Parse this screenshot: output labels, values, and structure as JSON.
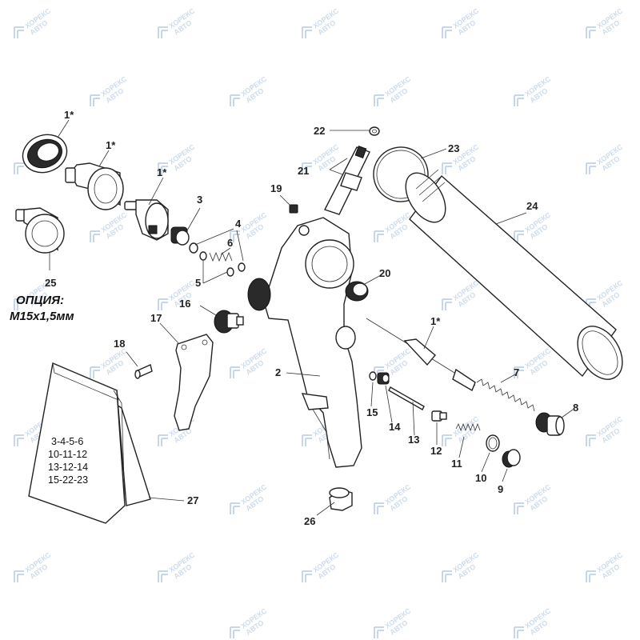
{
  "watermark": {
    "line1": "ХОРЕКС",
    "line2": "АВТО"
  },
  "option_note": {
    "line1": "ОПЦИЯ:",
    "line2": "М15х1,5мм"
  },
  "kit_lines": [
    "3-4-5-6",
    "10-11-12",
    "13-12-14",
    "15-22-23"
  ],
  "labels": {
    "l1a": "1*",
    "l1b": "1*",
    "l1c": "1*",
    "l1d": "1*",
    "l2": "2",
    "l3": "3",
    "l4": "4",
    "l5": "5",
    "l6": "6",
    "l7": "7",
    "l8": "8",
    "l9": "9",
    "l10": "10",
    "l11": "11",
    "l12": "12",
    "l13": "13",
    "l14": "14",
    "l15": "15",
    "l16": "16",
    "l17": "17",
    "l18": "18",
    "l19": "19",
    "l20": "20",
    "l21": "21",
    "l22": "22",
    "l23": "23",
    "l24": "24",
    "l25": "25",
    "l26": "26",
    "l27": "27"
  }
}
